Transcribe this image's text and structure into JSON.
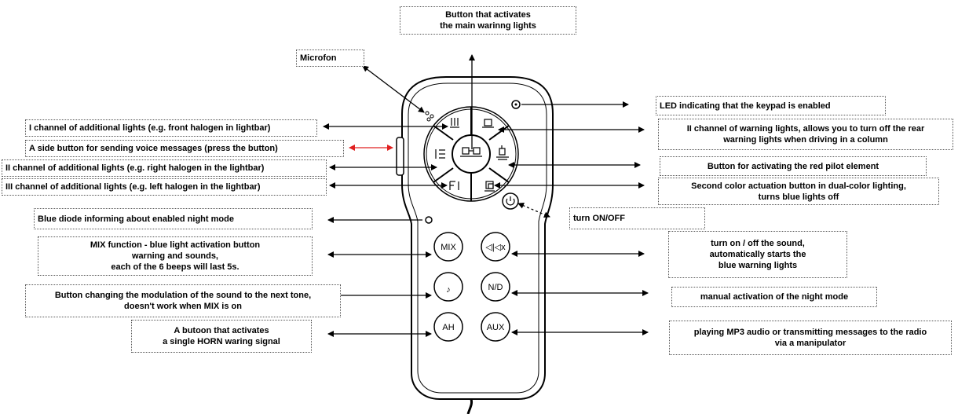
{
  "callouts": {
    "main_warning": [
      "Button that activates",
      "the main warinng lights"
    ],
    "microfon": [
      "Microfon"
    ],
    "ch1_additional": [
      "I channel of additional lights (e.g. front halogen in lightbar)"
    ],
    "side_button": [
      "A side button for sending voice messages (press the button)"
    ],
    "ch2_additional": [
      "II channel of additional lights (e.g. right halogen in the lightbar)"
    ],
    "ch3_additional": [
      "III channel of additional lights (e.g. left halogen in the lightbar)"
    ],
    "blue_diode": [
      "Blue diode informing about enabled night mode"
    ],
    "mix_function": [
      "MIX function - blue light activation button",
      "warning and sounds,",
      "each of the 6 beeps will last 5s."
    ],
    "modulation": [
      "Button changing the modulation of the sound to the next tone,",
      "doesn't work when MIX is on"
    ],
    "horn": [
      "A butoon that activates",
      "a single HORN waring signal"
    ],
    "led_keypad": [
      "LED indicating that the keypad is enabled"
    ],
    "ch2_warning": [
      "II channel of warning lights, allows you to turn off the rear",
      "warning lights when driving in a column"
    ],
    "red_pilot": [
      "Button for activating the red pilot element"
    ],
    "second_color": [
      "Second color actuation button in dual-color lighting,",
      "turns blue lights off"
    ],
    "turn_on_off": [
      "turn ON/OFF"
    ],
    "sound_toggle": [
      "turn on / off the sound,",
      "automatically starts the",
      "blue warning lights"
    ],
    "night_mode": [
      "manual activation of the night mode"
    ],
    "mp3_audio": [
      "playing MP3 audio or transmitting messages to the radio",
      "via a manipulator"
    ]
  },
  "buttons": {
    "mix": "MIX",
    "nd": "N/D",
    "ah": "AH",
    "aux": "AUX",
    "sound": "◁|◁x"
  },
  "colors": {
    "side_arrow": "#e02020",
    "line": "#000000"
  }
}
